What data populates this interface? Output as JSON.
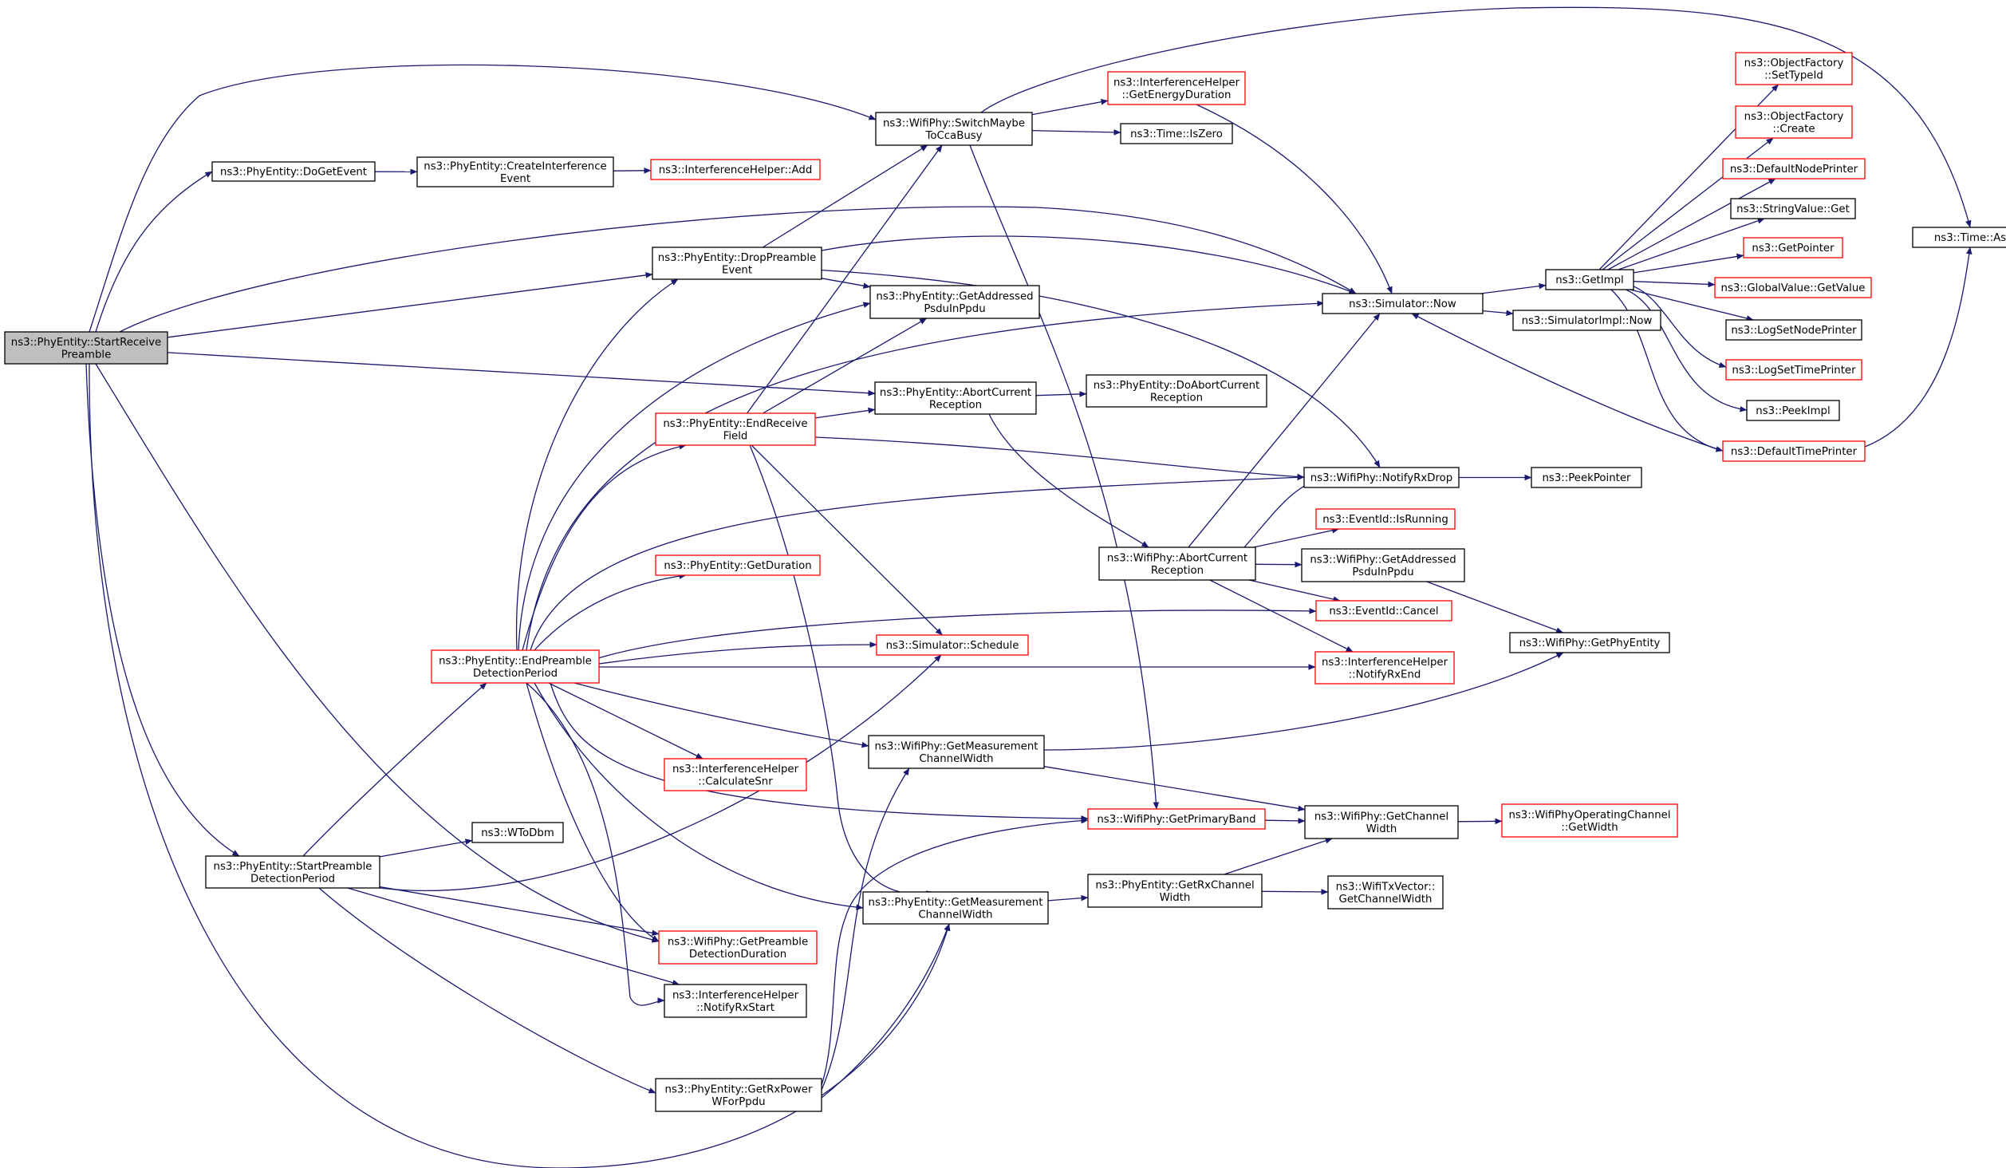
{
  "colors": {
    "edge": "#191970",
    "node_border": "#000000",
    "node_border_truncated": "#ff0000",
    "root_fill": "#bfbfbf",
    "node_fill": "#ffffff",
    "text": "#000000"
  },
  "nodes": [
    {
      "id": "start_receive",
      "lines": [
        "ns3::PhyEntity::StartReceive",
        "Preamble"
      ],
      "root": true
    },
    {
      "id": "do_get_event",
      "lines": [
        "ns3::PhyEntity::DoGetEvent"
      ]
    },
    {
      "id": "create_interference",
      "lines": [
        "ns3::PhyEntity::CreateInterference",
        "Event"
      ]
    },
    {
      "id": "ih_add",
      "lines": [
        "ns3::InterferenceHelper::Add"
      ],
      "truncated": true
    },
    {
      "id": "switch_cca",
      "lines": [
        "ns3::WifiPhy::SwitchMaybe",
        "ToCcaBusy"
      ]
    },
    {
      "id": "ih_get_energy",
      "lines": [
        "ns3::InterferenceHelper",
        "::GetEnergyDuration"
      ],
      "truncated": true
    },
    {
      "id": "time_iszero",
      "lines": [
        "ns3::Time::IsZero"
      ]
    },
    {
      "id": "drop_preamble",
      "lines": [
        "ns3::PhyEntity::DropPreamble",
        "Event"
      ]
    },
    {
      "id": "pe_get_addressed",
      "lines": [
        "ns3::PhyEntity::GetAddressed",
        "PsduInPpdu"
      ]
    },
    {
      "id": "sim_now",
      "lines": [
        "ns3::Simulator::Now"
      ]
    },
    {
      "id": "get_impl",
      "lines": [
        "ns3::GetImpl"
      ]
    },
    {
      "id": "simimpl_now",
      "lines": [
        "ns3::SimulatorImpl::Now"
      ]
    },
    {
      "id": "of_settypeid",
      "lines": [
        "ns3::ObjectFactory",
        "::SetTypeId"
      ],
      "truncated": true
    },
    {
      "id": "of_create",
      "lines": [
        "ns3::ObjectFactory",
        "::Create"
      ],
      "truncated": true
    },
    {
      "id": "default_node_printer",
      "lines": [
        "ns3::DefaultNodePrinter"
      ],
      "truncated": true
    },
    {
      "id": "stringvalue_get",
      "lines": [
        "ns3::StringValue::Get"
      ]
    },
    {
      "id": "get_pointer",
      "lines": [
        "ns3::GetPointer"
      ],
      "truncated": true
    },
    {
      "id": "gv_getvalue",
      "lines": [
        "ns3::GlobalValue::GetValue"
      ],
      "truncated": true
    },
    {
      "id": "log_set_node_printer",
      "lines": [
        "ns3::LogSetNodePrinter"
      ]
    },
    {
      "id": "log_set_time_printer",
      "lines": [
        "ns3::LogSetTimePrinter"
      ],
      "truncated": true
    },
    {
      "id": "peek_impl",
      "lines": [
        "ns3::PeekImpl"
      ]
    },
    {
      "id": "default_time_printer",
      "lines": [
        "ns3::DefaultTimePrinter"
      ],
      "truncated": true
    },
    {
      "id": "time_as",
      "lines": [
        "ns3::Time::As"
      ]
    },
    {
      "id": "pe_abort",
      "lines": [
        "ns3::PhyEntity::AbortCurrent",
        "Reception"
      ]
    },
    {
      "id": "pe_do_abort",
      "lines": [
        "ns3::PhyEntity::DoAbortCurrent",
        "Reception"
      ]
    },
    {
      "id": "end_receive_field",
      "lines": [
        "ns3::PhyEntity::EndReceive",
        "Field"
      ],
      "truncated": true
    },
    {
      "id": "notify_rx_drop",
      "lines": [
        "ns3::WifiPhy::NotifyRxDrop"
      ]
    },
    {
      "id": "peek_pointer",
      "lines": [
        "ns3::PeekPointer"
      ]
    },
    {
      "id": "eventid_isrunning",
      "lines": [
        "ns3::EventId::IsRunning"
      ],
      "truncated": true
    },
    {
      "id": "wp_abort",
      "lines": [
        "ns3::WifiPhy::AbortCurrent",
        "Reception"
      ]
    },
    {
      "id": "wp_get_addressed",
      "lines": [
        "ns3::WifiPhy::GetAddressed",
        "PsduInPpdu"
      ]
    },
    {
      "id": "pe_get_duration",
      "lines": [
        "ns3::PhyEntity::GetDuration"
      ],
      "truncated": true
    },
    {
      "id": "eventid_cancel",
      "lines": [
        "ns3::EventId::Cancel"
      ],
      "truncated": true
    },
    {
      "id": "get_phy_entity",
      "lines": [
        "ns3::WifiPhy::GetPhyEntity"
      ]
    },
    {
      "id": "end_preamble",
      "lines": [
        "ns3::PhyEntity::EndPreamble",
        "DetectionPeriod"
      ],
      "truncated": true
    },
    {
      "id": "sim_schedule",
      "lines": [
        "ns3::Simulator::Schedule"
      ],
      "truncated": true
    },
    {
      "id": "ih_notify_rxend",
      "lines": [
        "ns3::InterferenceHelper",
        "::NotifyRxEnd"
      ],
      "truncated": true
    },
    {
      "id": "ih_calc_snr",
      "lines": [
        "ns3::InterferenceHelper",
        "::CalculateSnr"
      ],
      "truncated": true
    },
    {
      "id": "wp_get_meas_cw",
      "lines": [
        "ns3::WifiPhy::GetMeasurement",
        "ChannelWidth"
      ]
    },
    {
      "id": "wp_get_primary_band",
      "lines": [
        "ns3::WifiPhy::GetPrimaryBand"
      ],
      "truncated": true
    },
    {
      "id": "wp_get_channel_width",
      "lines": [
        "ns3::WifiPhy::GetChannel",
        "Width"
      ]
    },
    {
      "id": "woc_get_width",
      "lines": [
        "ns3::WifiPhyOperatingChannel",
        "::GetWidth"
      ],
      "truncated": true
    },
    {
      "id": "w_to_dbm",
      "lines": [
        "ns3::WToDbm"
      ]
    },
    {
      "id": "start_preamble_dp",
      "lines": [
        "ns3::PhyEntity::StartPreamble",
        "DetectionPeriod"
      ]
    },
    {
      "id": "pe_get_rx_channel_width",
      "lines": [
        "ns3::PhyEntity::GetRxChannel",
        "Width"
      ]
    },
    {
      "id": "wtxvector_get_cw",
      "lines": [
        "ns3::WifiTxVector::",
        "GetChannelWidth"
      ]
    },
    {
      "id": "pe_get_meas_cw",
      "lines": [
        "ns3::PhyEntity::GetMeasurement",
        "ChannelWidth"
      ]
    },
    {
      "id": "wp_get_preamble_dd",
      "lines": [
        "ns3::WifiPhy::GetPreamble",
        "DetectionDuration"
      ],
      "truncated": true
    },
    {
      "id": "ih_notify_rxstart",
      "lines": [
        "ns3::InterferenceHelper",
        "::NotifyRxStart"
      ]
    },
    {
      "id": "pe_get_rx_power",
      "lines": [
        "ns3::PhyEntity::GetRxPower",
        "WForPpdu"
      ]
    }
  ],
  "edges": [
    [
      "start_receive",
      "do_get_event"
    ],
    [
      "start_receive",
      "switch_cca"
    ],
    [
      "start_receive",
      "drop_preamble"
    ],
    [
      "start_receive",
      "sim_now"
    ],
    [
      "start_receive",
      "pe_abort"
    ],
    [
      "start_receive",
      "start_preamble_dp"
    ],
    [
      "start_receive",
      "wp_get_preamble_dd"
    ],
    [
      "start_receive",
      "pe_get_meas_cw"
    ],
    [
      "do_get_event",
      "create_interference"
    ],
    [
      "create_interference",
      "ih_add"
    ],
    [
      "switch_cca",
      "ih_get_energy"
    ],
    [
      "switch_cca",
      "time_iszero"
    ],
    [
      "switch_cca",
      "time_as"
    ],
    [
      "switch_cca",
      "wp_get_primary_band"
    ],
    [
      "ih_get_energy",
      "sim_now"
    ],
    [
      "drop_preamble",
      "switch_cca"
    ],
    [
      "drop_preamble",
      "pe_get_addressed"
    ],
    [
      "drop_preamble",
      "sim_now"
    ],
    [
      "drop_preamble",
      "notify_rx_drop"
    ],
    [
      "sim_now",
      "get_impl"
    ],
    [
      "sim_now",
      "simimpl_now"
    ],
    [
      "get_impl",
      "of_settypeid"
    ],
    [
      "get_impl",
      "of_create"
    ],
    [
      "get_impl",
      "default_node_printer"
    ],
    [
      "get_impl",
      "stringvalue_get"
    ],
    [
      "get_impl",
      "get_pointer"
    ],
    [
      "get_impl",
      "gv_getvalue"
    ],
    [
      "get_impl",
      "log_set_node_printer"
    ],
    [
      "get_impl",
      "log_set_time_printer"
    ],
    [
      "get_impl",
      "peek_impl"
    ],
    [
      "get_impl",
      "default_time_printer"
    ],
    [
      "default_time_printer",
      "sim_now"
    ],
    [
      "default_time_printer",
      "time_as"
    ],
    [
      "pe_abort",
      "pe_do_abort"
    ],
    [
      "pe_abort",
      "wp_abort"
    ],
    [
      "end_receive_field",
      "switch_cca"
    ],
    [
      "end_receive_field",
      "pe_get_addressed"
    ],
    [
      "end_receive_field",
      "pe_abort"
    ],
    [
      "end_receive_field",
      "notify_rx_drop"
    ],
    [
      "end_receive_field",
      "sim_schedule"
    ],
    [
      "end_receive_field",
      "pe_get_meas_cw"
    ],
    [
      "notify_rx_drop",
      "peek_pointer"
    ],
    [
      "wp_abort",
      "sim_now"
    ],
    [
      "wp_abort",
      "notify_rx_drop"
    ],
    [
      "wp_abort",
      "eventid_isrunning"
    ],
    [
      "wp_abort",
      "wp_get_addressed"
    ],
    [
      "wp_abort",
      "eventid_cancel"
    ],
    [
      "wp_abort",
      "ih_notify_rxend"
    ],
    [
      "wp_get_addressed",
      "get_phy_entity"
    ],
    [
      "end_preamble",
      "drop_preamble"
    ],
    [
      "end_preamble",
      "pe_get_addressed"
    ],
    [
      "end_preamble",
      "end_receive_field"
    ],
    [
      "end_preamble",
      "sim_now"
    ],
    [
      "end_preamble",
      "notify_rx_drop"
    ],
    [
      "end_preamble",
      "pe_get_duration"
    ],
    [
      "end_preamble",
      "eventid_cancel"
    ],
    [
      "end_preamble",
      "sim_schedule"
    ],
    [
      "end_preamble",
      "ih_notify_rxend"
    ],
    [
      "end_preamble",
      "ih_calc_snr"
    ],
    [
      "end_preamble",
      "wp_get_meas_cw"
    ],
    [
      "end_preamble",
      "wp_get_primary_band"
    ],
    [
      "end_preamble",
      "pe_get_meas_cw"
    ],
    [
      "end_preamble",
      "wp_get_preamble_dd"
    ],
    [
      "end_preamble",
      "ih_notify_rxstart"
    ],
    [
      "wp_get_meas_cw",
      "get_phy_entity"
    ],
    [
      "wp_get_meas_cw",
      "wp_get_channel_width"
    ],
    [
      "wp_get_primary_band",
      "wp_get_channel_width"
    ],
    [
      "wp_get_channel_width",
      "woc_get_width"
    ],
    [
      "start_preamble_dp",
      "end_preamble"
    ],
    [
      "start_preamble_dp",
      "w_to_dbm"
    ],
    [
      "start_preamble_dp",
      "sim_schedule"
    ],
    [
      "start_preamble_dp",
      "wp_get_preamble_dd"
    ],
    [
      "start_preamble_dp",
      "ih_notify_rxstart"
    ],
    [
      "start_preamble_dp",
      "pe_get_rx_power"
    ],
    [
      "pe_get_meas_cw",
      "pe_get_rx_channel_width"
    ],
    [
      "pe_get_rx_channel_width",
      "wp_get_channel_width"
    ],
    [
      "pe_get_rx_channel_width",
      "wtxvector_get_cw"
    ],
    [
      "pe_get_rx_power",
      "wp_get_meas_cw"
    ],
    [
      "pe_get_rx_power",
      "pe_get_meas_cw"
    ],
    [
      "pe_get_rx_power",
      "wp_get_primary_band"
    ]
  ]
}
